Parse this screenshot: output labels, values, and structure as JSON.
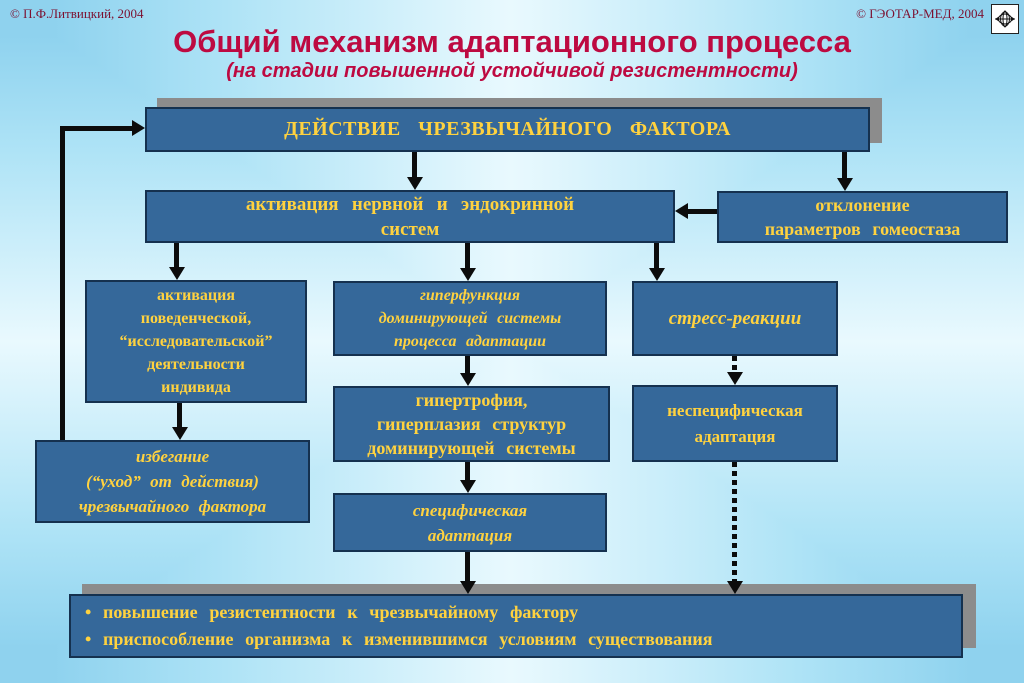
{
  "slide": {
    "copyright_left": "© П.Ф.Литвицкий, 2004",
    "copyright_right": "© ГЭОТАР-МЕД, 2004",
    "title": "Общий механизм адаптационного процесса",
    "subtitle": "(на стадии повышенной устойчивой резистентности)"
  },
  "palette": {
    "background_edge": "#8fd2ee",
    "background_center": "#e9f9fe",
    "box_fill": "#35689a",
    "box_border": "#15314f",
    "box_text_yellow": "#ffd23f",
    "title_red": "#bd0a41",
    "copyright_red": "#7c1030",
    "shadow_gray": "#8c8c8c",
    "arrow_black": "#0c0c0c"
  },
  "icons": {
    "publisher_logo": "geotar-med-starburst-logo"
  },
  "boxes": {
    "action": {
      "lines": [
        "ДЕЙСТВИЕ ЧРЕЗВЫЧАЙНОГО ФАКТОРА"
      ]
    },
    "activation_systems": {
      "lines": [
        "активация нервной и эндокринной",
        "систем"
      ]
    },
    "homeostasis_deviation": {
      "lines": [
        "отклонение",
        "параметров гомеостаза"
      ]
    },
    "behavior_activation": {
      "lines": [
        "активация",
        "поведенческой,",
        "“исследовательской”",
        "деятельности",
        "индивида"
      ]
    },
    "hyperfunction": {
      "lines": [
        "гиперфункция",
        "доминирующей системы",
        "процесса адаптации"
      ]
    },
    "stress_reactions": {
      "lines": [
        "стресс-реакции"
      ]
    },
    "hypertrophy": {
      "lines": [
        "гипертрофия,",
        "гиперплазия структур",
        "доминирующей системы"
      ]
    },
    "nonspecific_adaptation": {
      "lines": [
        "неспецифическая",
        "адаптация"
      ]
    },
    "avoidance": {
      "lines": [
        "избегание",
        "(“уход” от действия)",
        "чрезвычайного фактора"
      ]
    },
    "specific_adaptation": {
      "lines": [
        "специфическая",
        "адаптация"
      ]
    },
    "result": {
      "lines": [
        "• повышение резистентности к чрезвычайному фактору",
        "• приспособление организма к изменившимся условиям существования"
      ]
    }
  }
}
